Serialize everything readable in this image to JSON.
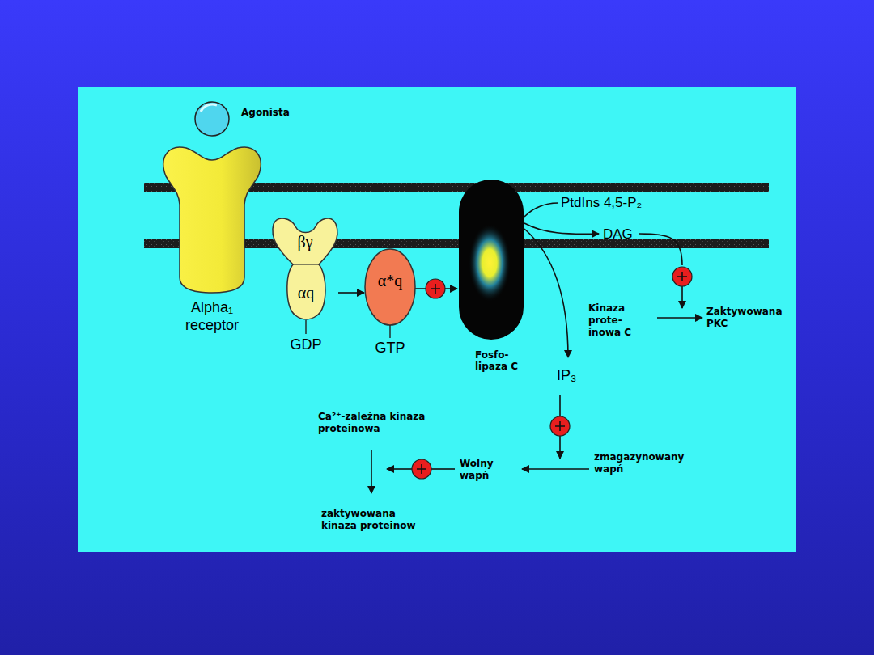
{
  "diagram": {
    "nodes": [
      {
        "text": [
          "Agonista"
        ]
      },
      {
        "text": [
          "Alpha₁ receptor"
        ]
      },
      {
        "text": [
          "βγ",
          "αq",
          "GDP"
        ]
      },
      {
        "text": [
          "α*q",
          "GTP"
        ]
      },
      {
        "text": [
          "Fosfo- lipaza C"
        ]
      }
    ],
    "edges": [
      {
        "from": 2,
        "to": 3,
        "arrow": "to"
      },
      {
        "from": 3,
        "to": 4,
        "arrow": "to"
      }
    ],
    "labels": [
      "PtdIns 4,5-P₂",
      "DAG",
      "Kinaza prote- inowa C",
      "Zaktywowana PKC",
      "IP₃",
      "Ca²⁺-zależna kinaza proteinowa",
      "zmagazynowany wapń",
      "Wolny wapń",
      "zaktywowana kinaza proteinow"
    ]
  }
}
